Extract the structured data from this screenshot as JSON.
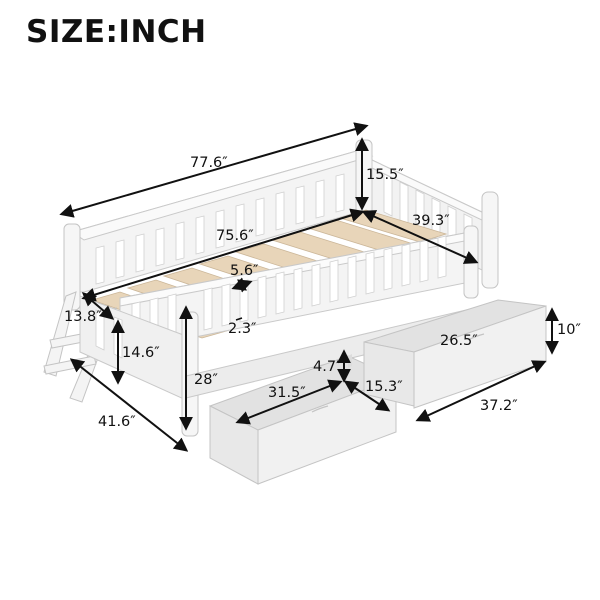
{
  "title": "SIZE:INCH",
  "colors": {
    "frame": "#f4f4f4",
    "frame_stroke": "#c9c9c9",
    "frame_shadow": "#dcdcdc",
    "slats": "#e8d5b9",
    "slats_stroke": "#cbb698",
    "drawer": "#efefef",
    "drawer_inner": "#e2e2e2",
    "arrows": "#111111",
    "text": "#111111"
  },
  "dimensions": {
    "overall_length": "77.6″",
    "inner_length": "75.6″",
    "inner_width": "39.3″",
    "headboard_height_above_rail": "15.5″",
    "slat_spacing": "5.6″",
    "rail_spacing": "2.3″",
    "ladder_width": "13.8″",
    "ladder_step_height": "14.6″",
    "overall_height": "28″",
    "overall_width": "41.6″",
    "drawer_depth_left": "4.7″",
    "drawer_inner_length_left": "31.5″",
    "drawer_width_left": "15.3″",
    "drawer_inner_length_right": "26.5″",
    "drawer_height_right": "10″",
    "drawer_outer_length_right": "37.2″"
  }
}
